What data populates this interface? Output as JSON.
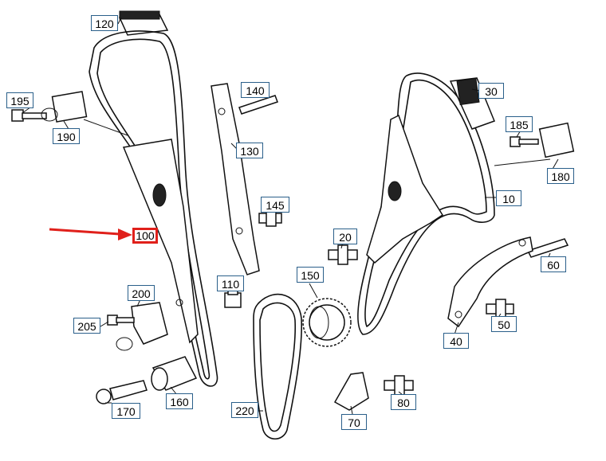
{
  "diagram": {
    "highlight_color": "#e0201b",
    "callout_border_color": "#2a5f8a",
    "highlighted_part": "100",
    "callouts": {
      "c120": "120",
      "c195": "195",
      "c190": "190",
      "c140": "140",
      "c130": "130",
      "c145": "145",
      "c100": "100",
      "c110": "110",
      "c200": "200",
      "c205": "205",
      "c170": "170",
      "c160": "160",
      "c220": "220",
      "c150": "150",
      "c20": "20",
      "c30": "30",
      "c185": "185",
      "c180": "180",
      "c10": "10",
      "c60": "60",
      "c50": "50",
      "c40": "40",
      "c70": "70",
      "c80": "80"
    }
  }
}
